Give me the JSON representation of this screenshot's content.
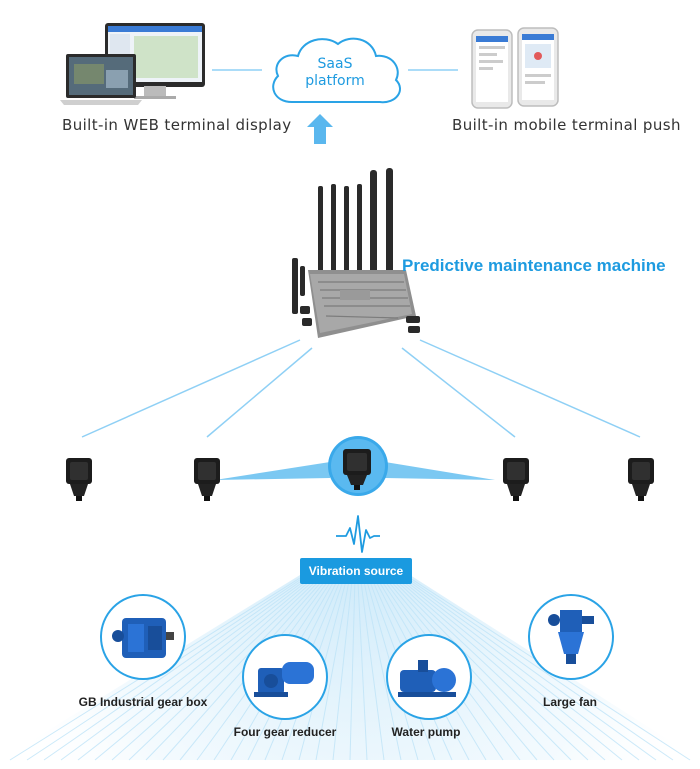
{
  "top": {
    "web_label": "Built-in WEB terminal display",
    "mobile_label": "Built-in mobile terminal push",
    "saas_label_line1": "SaaS",
    "saas_label_line2": "platform"
  },
  "machine": {
    "label": "Predictive maintenance machine"
  },
  "vibration": {
    "label": "Vibration source"
  },
  "equipment": [
    {
      "label": "GB Industrial gear box",
      "icon": "gearbox-icon"
    },
    {
      "label": "Four gear reducer",
      "icon": "gear-reducer-icon"
    },
    {
      "label": "Water pump",
      "icon": "water-pump-icon"
    },
    {
      "label": "Large fan",
      "icon": "large-fan-icon"
    }
  ],
  "colors": {
    "accent": "#1e9be0",
    "line": "#8fd0f5",
    "equipment_blue": "#1f5fb8"
  }
}
